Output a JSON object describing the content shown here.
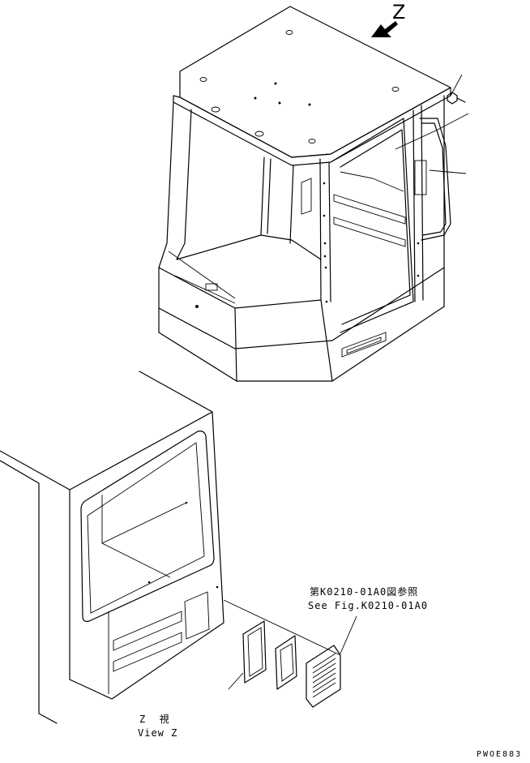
{
  "view_marker": "Z",
  "reference": {
    "jp": "第K0210-01A0図参照",
    "en": "See Fig.K0210-01A0"
  },
  "view_caption": {
    "jp": "Z  視",
    "en": "View Z"
  },
  "drawing_code": "PWOE883"
}
